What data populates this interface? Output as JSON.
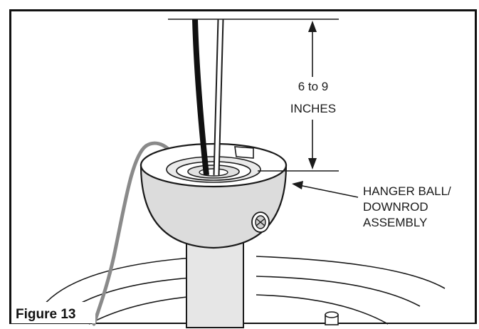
{
  "figure": {
    "label": "Figure 13"
  },
  "dimension": {
    "line1": "6 to 9",
    "line2": "INCHES"
  },
  "callout": {
    "line1": "HANGER BALL/",
    "line2": "DOWNROD",
    "line3": "ASSEMBLY"
  }
}
